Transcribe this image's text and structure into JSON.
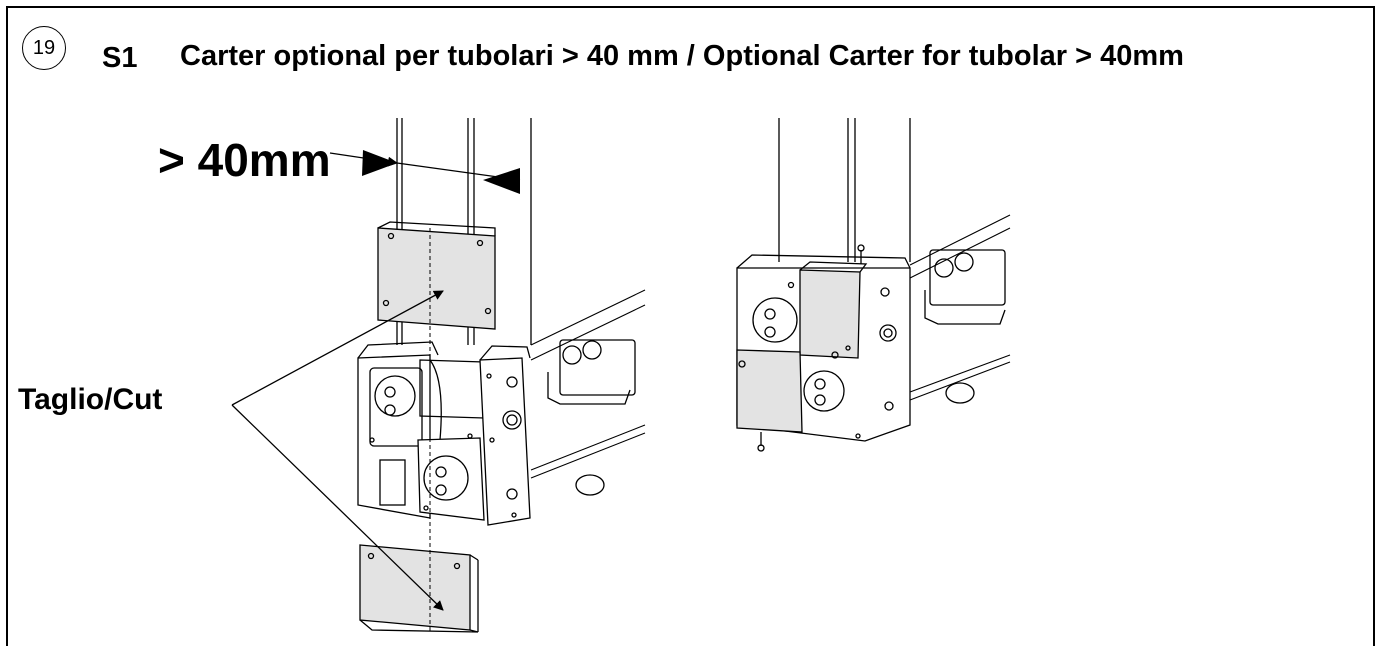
{
  "step_number": "19",
  "step_label": "S1",
  "title": "Carter optional per  tubolari > 40 mm / Optional Carter for tubolar > 40mm",
  "dimension_label": "> 40mm",
  "cut_label": "Taglio/Cut",
  "colors": {
    "line": "#000000",
    "panel_fill": "#e3e3e3",
    "background": "#ffffff"
  }
}
